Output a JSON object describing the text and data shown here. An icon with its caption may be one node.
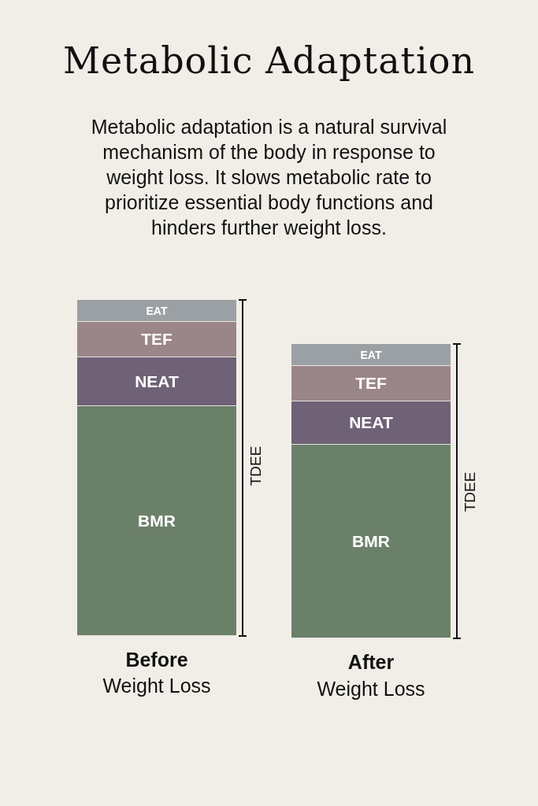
{
  "diagram": {
    "title": "Metabolic Adaptation",
    "nodes": [
      {
        "text": [
          "EAT"
        ]
      },
      {
        "text": [
          "TEF"
        ]
      },
      {
        "text": [
          "NEAT"
        ]
      },
      {
        "text": [
          "BMR"
        ]
      },
      {
        "text": [
          "EAT"
        ]
      },
      {
        "text": [
          "TEF"
        ]
      },
      {
        "text": [
          "NEAT"
        ]
      },
      {
        "text": [
          "BMR"
        ]
      }
    ],
    "edges": [],
    "labels": [
      "Metabolic adaptation is a natural survival mechanism of the body in response to weight loss. It slows metabolic rate to prioritize essential body functions and hinders further weight loss.",
      "TDEE",
      "TDEE",
      "Before",
      "Weight Loss",
      "After",
      "Weight Loss"
    ]
  }
}
